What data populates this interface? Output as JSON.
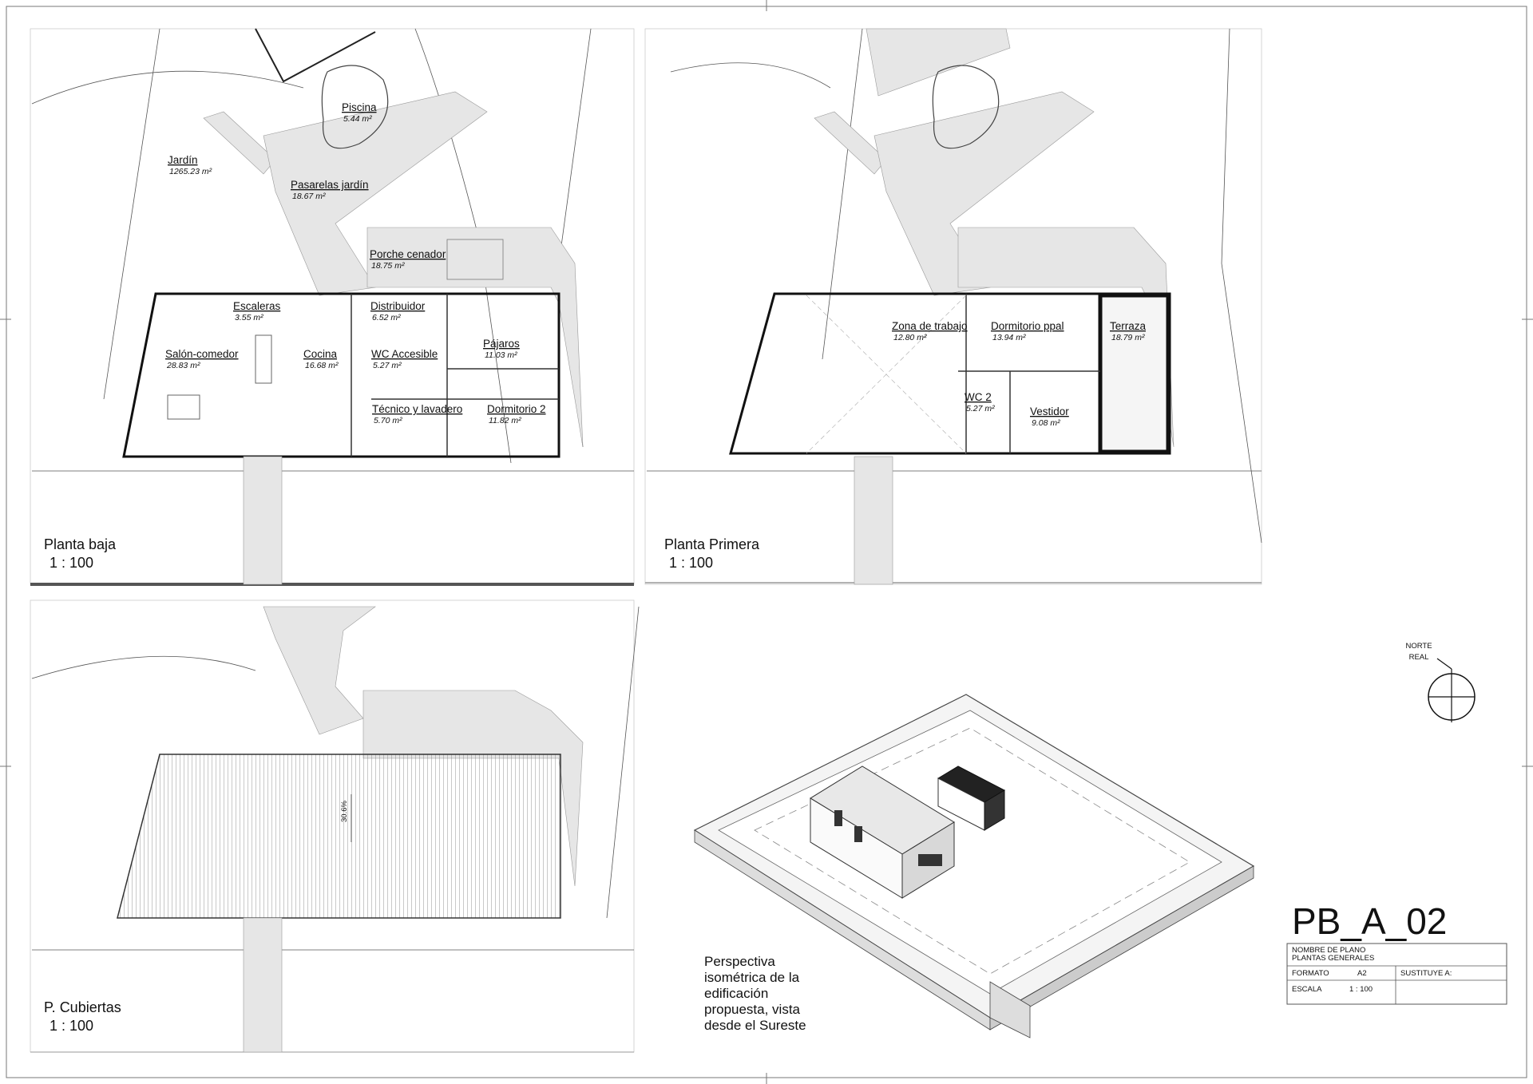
{
  "sheet": {
    "code": "PB_A_02",
    "title_block": {
      "nombre_label": "NOMBRE DE PLANO",
      "nombre_value": "PLANTAS GENERALES",
      "formato_label": "FORMATO",
      "formato_value": "A2",
      "sustituye_label": "SUSTITUYE A:",
      "escala_label": "ESCALA",
      "escala_value": "1 : 100"
    },
    "north": {
      "line1": "NORTE",
      "line2": "REAL"
    }
  },
  "planta_baja": {
    "title": "Planta baja",
    "scale": "1 : 100",
    "rooms": [
      {
        "name": "Piscina",
        "area": "5.44 m²"
      },
      {
        "name": "Jardín",
        "area": "1265.23 m²"
      },
      {
        "name": "Pasarelas jardín",
        "area": "18.67 m²"
      },
      {
        "name": "Porche cenador",
        "area": "18.75 m²"
      },
      {
        "name": "Escaleras",
        "area": "3.55 m²"
      },
      {
        "name": "Distribuidor",
        "area": "6.52 m²"
      },
      {
        "name": "Salón-comedor",
        "area": "28.83 m²"
      },
      {
        "name": "Cocina",
        "area": "16.68 m²"
      },
      {
        "name": "WC Accesible",
        "area": "5.27 m²"
      },
      {
        "name": "Pájaros",
        "area": "11.03 m²"
      },
      {
        "name": "Técnico y lavadero",
        "area": "5.70 m²"
      },
      {
        "name": "Dormitorio 2",
        "area": "11.82 m²"
      }
    ]
  },
  "planta_primera": {
    "title": "Planta Primera",
    "scale": "1 : 100",
    "rooms": [
      {
        "name": "Zona de trabajo",
        "area": "12.80 m²"
      },
      {
        "name": "Dormitorio ppal",
        "area": "13.94 m²"
      },
      {
        "name": "Terraza",
        "area": "18.79 m²"
      },
      {
        "name": "WC 2",
        "area": "5.27 m²"
      },
      {
        "name": "Vestidor",
        "area": "9.08 m²"
      }
    ]
  },
  "planta_cubiertas": {
    "title": "P. Cubiertas",
    "scale": "1 : 100",
    "slope": "30.6%"
  },
  "perspectiva": {
    "lines": [
      "Perspectiva",
      "isométrica de la",
      "edificación",
      "propuesta, vista",
      "desde el Sureste"
    ]
  }
}
